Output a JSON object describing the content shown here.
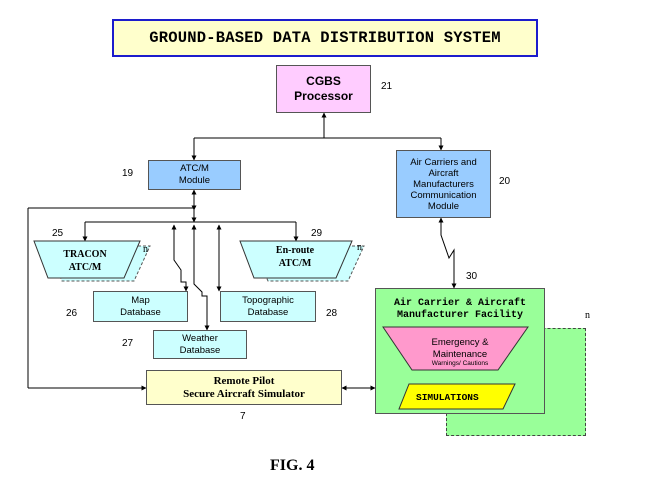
{
  "title": "GROUND-BASED DATA DISTRIBUTION SYSTEM",
  "nodes": {
    "cgbs_processor": {
      "line1": "CGBS",
      "line2": "Processor",
      "ref": "21"
    },
    "atcm_module": {
      "line1": "ATC/M",
      "line2": "Module",
      "ref": "19"
    },
    "air_carriers_module": {
      "line1": "Air Carriers and",
      "line2": "Aircraft",
      "line3": "Manufacturers",
      "line4": "Communication",
      "line5": "Module",
      "ref": "20"
    },
    "tracon": {
      "line1": "TRACON",
      "line2": "ATC/M",
      "ref": "25",
      "n": "n"
    },
    "enroute": {
      "line1": "En-route",
      "line2": "ATC/M",
      "ref": "29",
      "n": "n"
    },
    "map_database": {
      "line1": "Map",
      "line2": "Database",
      "ref": "26"
    },
    "topographic_database": {
      "line1": "Topographic",
      "line2": "Database",
      "ref": "28"
    },
    "weather_database": {
      "line1": "Weather",
      "line2": "Database",
      "ref": "27"
    },
    "simulator": {
      "line1": "Remote Pilot",
      "line2": "Secure Aircraft Simulator",
      "ref": "7"
    },
    "facility": {
      "line1": "Air Carrier & Aircraft",
      "line2": "Manufacturer Facility",
      "n": "n"
    },
    "emergency": {
      "line1": "Emergency &",
      "line2": "Maintenance",
      "line3": "Warnings/ Cautions"
    },
    "simulations": {
      "label": "SIMULATIONS"
    }
  },
  "link_ref": "30",
  "figure_label": "FIG. 4",
  "colors": {
    "title_fill": "#ffffcc",
    "title_border": "#1c1ccc",
    "cgbs_fill": "#ffccff",
    "module_fill": "#99ccff",
    "database_fill": "#ccffff",
    "facility_fill": "#99ff99",
    "emergency_fill": "#ff99cc",
    "simulations_fill": "#ffff00"
  }
}
